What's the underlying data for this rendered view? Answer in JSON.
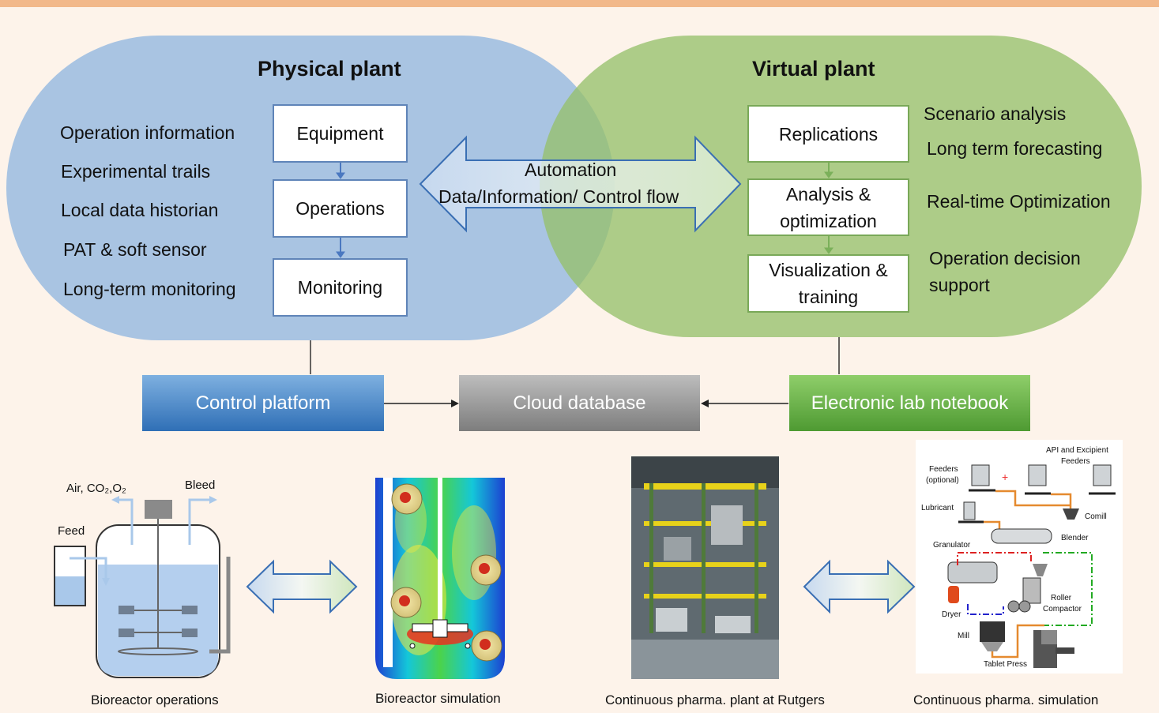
{
  "physical_plant": {
    "title": "Physical plant",
    "items": [
      "Operation information",
      "Experimental trails",
      "Local data historian",
      "PAT & soft sensor",
      "Long-term monitoring"
    ],
    "boxes": [
      "Equipment",
      "Operations",
      "Monitoring"
    ]
  },
  "virtual_plant": {
    "title": "Virtual plant",
    "boxes": [
      "Replications",
      "Analysis  & optimization",
      "Visualization & training"
    ],
    "items": [
      "Scenario analysis",
      "Long term forecasting",
      "Real-time Optimization",
      "Operation decision support"
    ]
  },
  "center_arrow": {
    "line1": "Automation",
    "line2": "Data/Information/ Control flow"
  },
  "platforms": {
    "control": "Control platform",
    "cloud": "Cloud database",
    "notebook": "Electronic lab notebook"
  },
  "bioreactor": {
    "air": "Air, CO₂,O₂",
    "bleed": "Bleed",
    "feed": "Feed"
  },
  "flowsheet": {
    "feeders": "Feeders",
    "optional": "(optional)",
    "api": "API and Excipient",
    "api2": "Feeders",
    "lubricant": "Lubricant",
    "comill": "Comill",
    "blender": "Blender",
    "granulator": "Granulator",
    "roller": "Roller",
    "compactor": "Compactor",
    "dryer": "Dryer",
    "mill": "Mill",
    "tablet": "Tablet Press"
  },
  "captions": {
    "bio_ops": "Bioreactor operations",
    "bio_sim": "Bioreactor simulation",
    "pharma_plant": "Continuous pharma. plant at Rutgers",
    "pharma_sim": "Continuous pharma.  simulation"
  },
  "colors": {
    "physical": "#a9c4e2",
    "virtual": "#96c06c",
    "accent_line": "#f2b88a"
  }
}
